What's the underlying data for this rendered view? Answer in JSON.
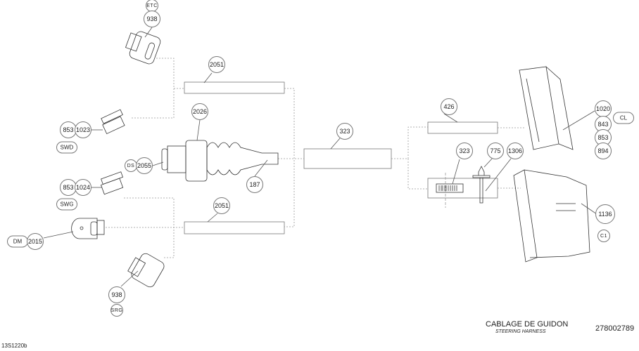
{
  "title": {
    "main": "CABLAGE DE GUIDON",
    "sub": "STEERING HARNESS",
    "part_number": "278002789",
    "drawing_id": "13S1220b"
  },
  "callouts": {
    "etc_code": "ETC",
    "etc_part": "938",
    "top_harness": "2051",
    "swd_part1": "853",
    "swd_part2": "1023",
    "swd_code": "SWD",
    "steering_switch": "2026",
    "ds_code": "DS",
    "ds_part": "2055",
    "boot": "187",
    "main_harness": "323",
    "swg_part1": "853",
    "swg_part2": "1024",
    "swg_code": "SWG",
    "dm_code": "DM",
    "dm_part": "2015",
    "bottom_harness": "2051",
    "srg_part": "938",
    "srg_code": "SRG",
    "cl_harness": "426",
    "label_part": "323",
    "stud": "775",
    "clip": "1306",
    "cl_parts": [
      "1020",
      "843",
      "853",
      "894"
    ],
    "cl_code": "CL",
    "c1_part": "1136",
    "c1_code": "C1"
  }
}
